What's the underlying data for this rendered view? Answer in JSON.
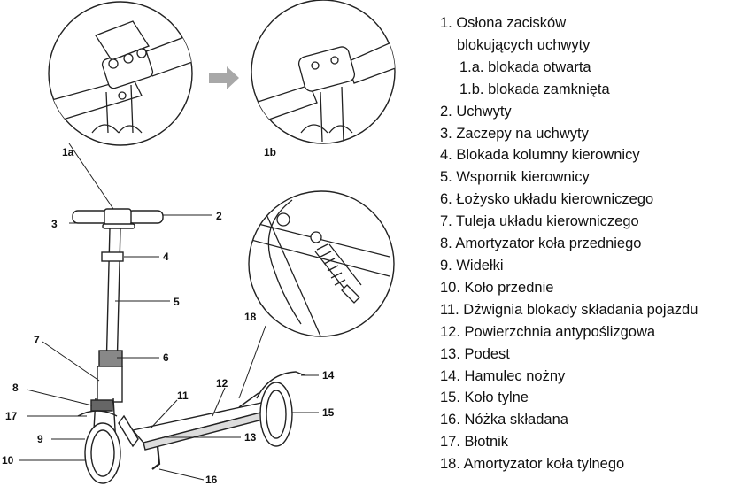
{
  "callouts": {
    "c1a": "1a",
    "c1b": "1b",
    "c2": "2",
    "c3": "3",
    "c4": "4",
    "c5": "5",
    "c6": "6",
    "c7": "7",
    "c8": "8",
    "c9": "9",
    "c10": "10",
    "c11": "11",
    "c12": "12",
    "c13": "13",
    "c14": "14",
    "c15": "15",
    "c16": "16",
    "c17": "17",
    "c18": "18"
  },
  "legend": [
    "1. Osłona zacisków",
    "blokujących uchwyty",
    "1.a. blokada otwarta",
    "1.b. blokada zamknięta",
    "2. Uchwyty",
    "3. Zaczepy na uchwyty",
    "4. Blokada kolumny kierownicy",
    "5. Wspornik kierownicy",
    "6. Łożysko układu kierowniczego",
    "7. Tuleja układu kierowniczego",
    "8. Amortyzator koła przedniego",
    "9. Widełki",
    "10. Koło przednie",
    "11. Dźwignia blokady składania pojazdu",
    "12. Powierzchnia antypoślizgowa",
    "13. Podest",
    "14. Hamulec nożny",
    "15. Koło tylne",
    "16. Nóżka składana",
    "17. Błotnik",
    "18. Amortyzator koła tylnego"
  ]
}
